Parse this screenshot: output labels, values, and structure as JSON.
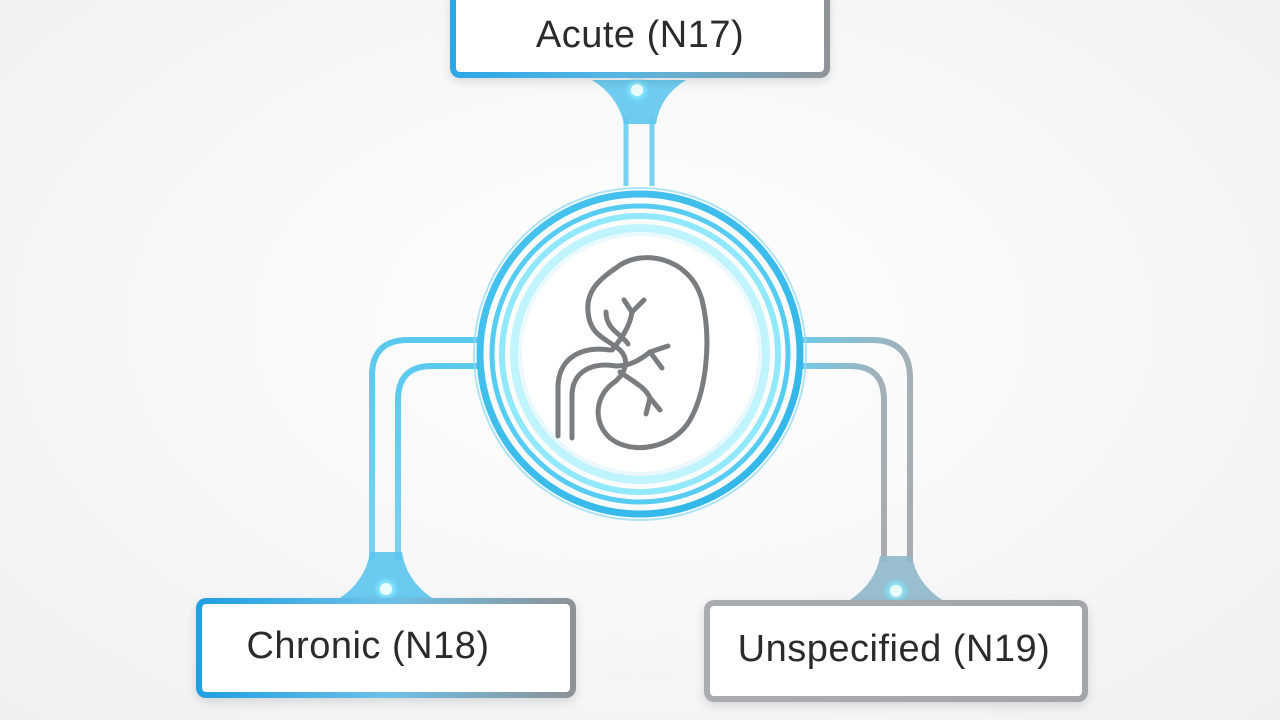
{
  "nodes": {
    "acute": "Acute (N17)",
    "chronic": "Chronic (N18)",
    "unspecified": "Unspecified (N19)"
  },
  "center_icon": "kidney-icon",
  "colors": {
    "accent_blue": "#2aa7e6",
    "glow_cyan": "#5fe3ff",
    "neutral_gray": "#8f9498",
    "icon_stroke": "#7a7d80",
    "background": "#f6f7f8"
  }
}
